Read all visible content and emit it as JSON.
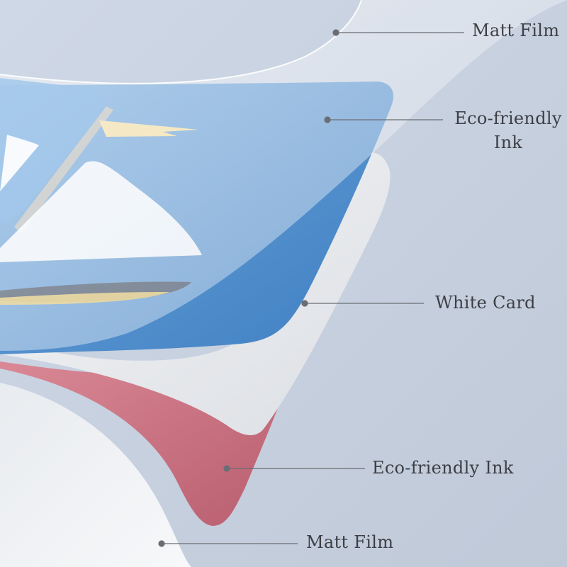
{
  "layers": [
    {
      "id": "top_matt_film",
      "label": "Matt Film"
    },
    {
      "id": "top_ink",
      "label": "Eco-friendly Ink"
    },
    {
      "id": "white_card",
      "label": "White Card"
    },
    {
      "id": "bottom_ink",
      "label": "Eco-friendly Ink"
    },
    {
      "id": "bottom_matt_film",
      "label": "Matt Film"
    }
  ],
  "colors": {
    "background": "#c9d3e1",
    "top_ink": "#4f8fce",
    "white_card": "#eef0f3",
    "bottom_ink": "#c9707f",
    "matt_film": "#f4f6fa",
    "label_text": "#3d3f45",
    "leader_line": "#6a6d73"
  }
}
